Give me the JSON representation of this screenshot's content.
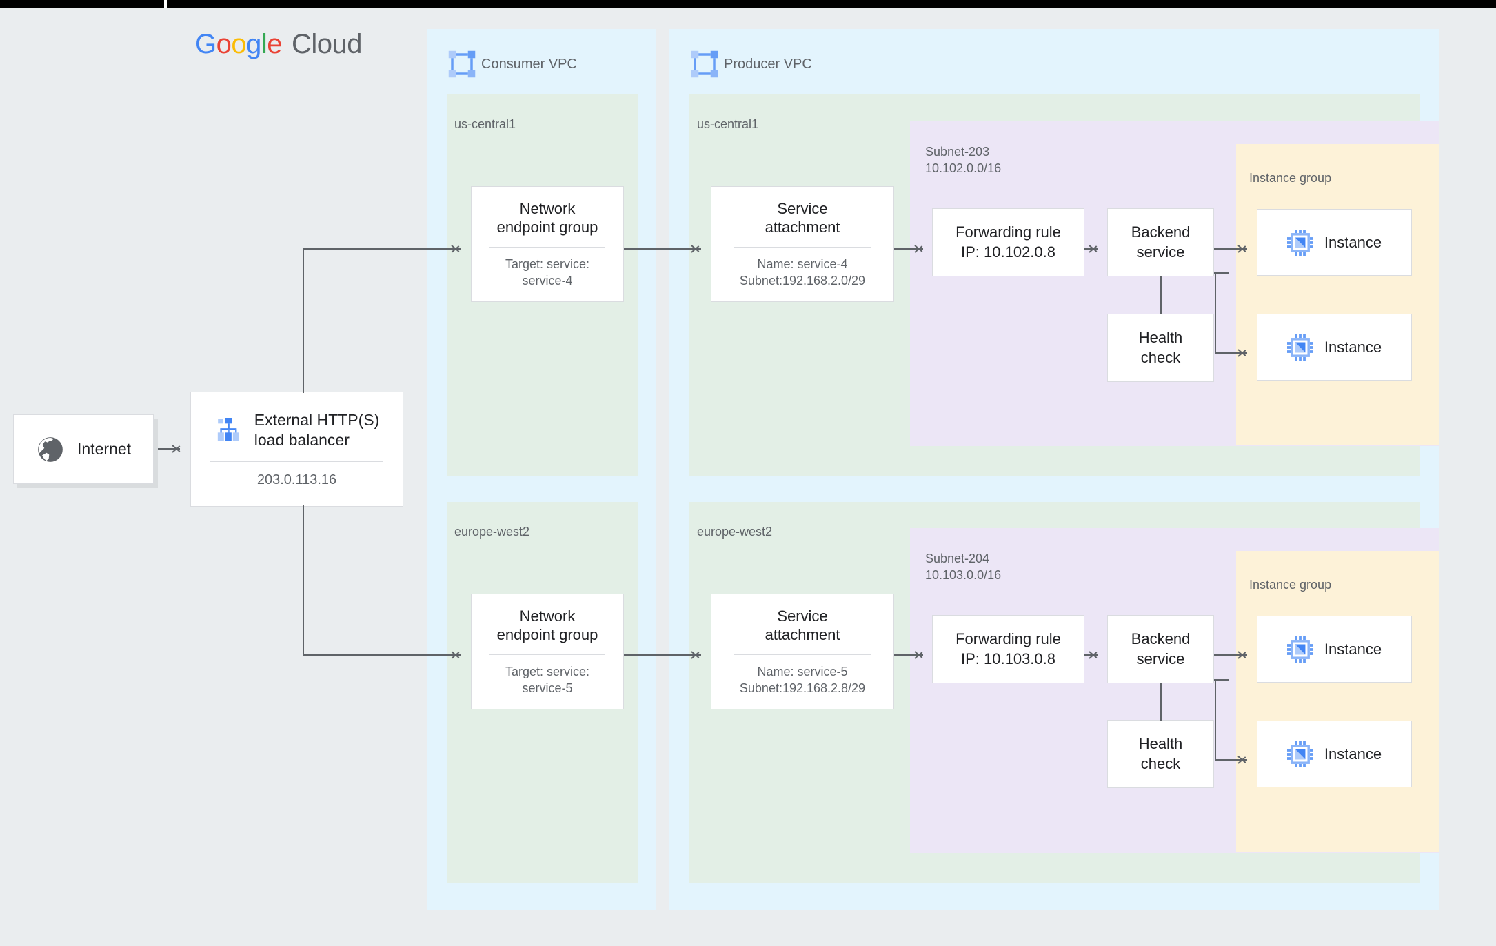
{
  "brand": {
    "google": [
      "G",
      "o",
      "o",
      "g",
      "l",
      "e"
    ],
    "cloud": "Cloud"
  },
  "internet": {
    "label": "Internet",
    "icon": "globe-icon"
  },
  "load_balancer": {
    "title": "External HTTP(S)\nload balancer",
    "ip": "203.0.113.16",
    "icon": "load-balancer-icon"
  },
  "consumer_vpc": {
    "title": "Consumer VPC",
    "icon": "vpc-icon",
    "regions": [
      {
        "name": "us-central1",
        "neg": {
          "title": "Network\nendpoint group",
          "sub": "Target: service:\nservice-4"
        }
      },
      {
        "name": "europe-west2",
        "neg": {
          "title": "Network\nendpoint group",
          "sub": "Target: service:\nservice-5"
        }
      }
    ]
  },
  "producer_vpc": {
    "title": "Producer VPC",
    "icon": "vpc-icon",
    "regions": [
      {
        "name": "us-central1",
        "service_attachment": {
          "title": "Service\nattachment",
          "sub": "Name: service-4\nSubnet:192.168.2.0/29"
        },
        "subnet": {
          "label": "Subnet-203\n10.102.0.0/16",
          "forwarding_rule": "Forwarding rule\nIP: 10.102.0.8",
          "backend_service": "Backend\nservice",
          "health_check": "Health\ncheck",
          "instance_group": {
            "label": "Instance group",
            "instances": [
              {
                "label": "Instance",
                "icon": "instance-chip-icon"
              },
              {
                "label": "Instance",
                "icon": "instance-chip-icon"
              }
            ]
          }
        }
      },
      {
        "name": "europe-west2",
        "service_attachment": {
          "title": "Service\nattachment",
          "sub": "Name: service-5\nSubnet:192.168.2.8/29"
        },
        "subnet": {
          "label": "Subnet-204\n10.103.0.0/16",
          "forwarding_rule": "Forwarding rule\nIP: 10.103.0.8",
          "backend_service": "Backend\nservice",
          "health_check": "Health\ncheck",
          "instance_group": {
            "label": "Instance group",
            "instances": [
              {
                "label": "Instance",
                "icon": "instance-chip-icon"
              },
              {
                "label": "Instance",
                "icon": "instance-chip-icon"
              }
            ]
          }
        }
      }
    ]
  },
  "colors": {
    "canvas": "#eaedef",
    "vpc": "#e3f4fd",
    "region": "#e3efe6",
    "subnet": "#ece6f6",
    "instance_group": "#fdf2d8",
    "card": "#ffffff",
    "border": "#dadce0",
    "connector": "#5f6368",
    "text_primary": "#202124",
    "text_secondary": "#5f6368",
    "accent_blue": "#669df6",
    "brand_blue": "#4285F4",
    "brand_red": "#EA4335",
    "brand_yellow": "#FBBC05",
    "brand_green": "#34A853"
  }
}
